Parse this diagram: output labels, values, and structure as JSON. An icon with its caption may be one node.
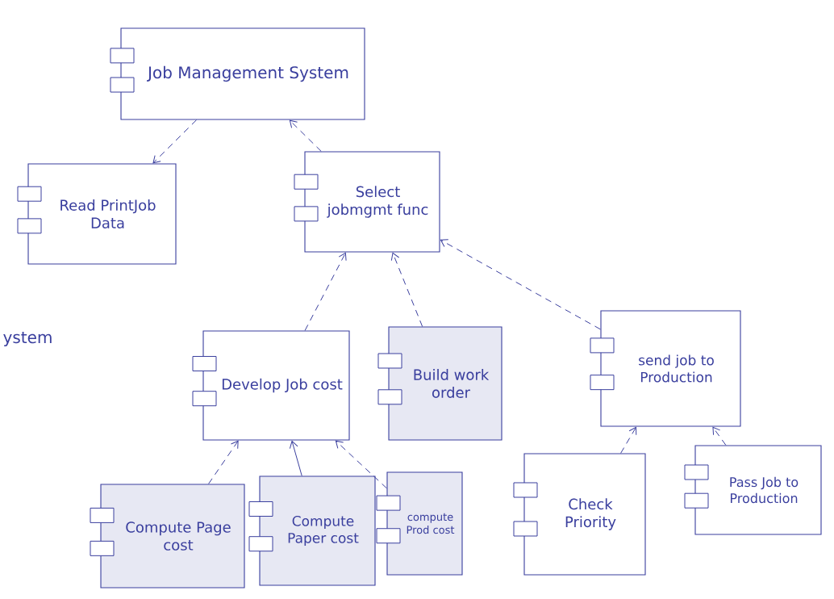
{
  "diagram": {
    "nodes": [
      {
        "text": [
          "Job Management System"
        ]
      },
      {
        "text": [
          "Read PrintJob Data"
        ]
      },
      {
        "text": [
          "Select jobmgmt func"
        ]
      },
      {
        "text": [
          "Develop Job cost"
        ]
      },
      {
        "text": [
          "Build work order"
        ]
      },
      {
        "text": [
          "send job to Production"
        ]
      },
      {
        "text": [
          "Compute Page cost"
        ]
      },
      {
        "text": [
          "Compute Paper cost"
        ]
      },
      {
        "text": [
          "compute Prod cost"
        ]
      },
      {
        "text": [
          "Check Priority"
        ]
      },
      {
        "text": [
          "Pass Job to Production"
        ]
      }
    ],
    "edges": [
      {
        "from": 0,
        "to": 1,
        "arrow": "to",
        "style": "dashed"
      },
      {
        "from": 2,
        "to": 0,
        "arrow": "to",
        "style": "dashed"
      },
      {
        "from": 3,
        "to": 2,
        "arrow": "to",
        "style": "dashed"
      },
      {
        "from": 4,
        "to": 2,
        "arrow": "to",
        "style": "dashed"
      },
      {
        "from": 5,
        "to": 2,
        "arrow": "to",
        "style": "dashed"
      },
      {
        "from": 6,
        "to": 3,
        "arrow": "to",
        "style": "dashed"
      },
      {
        "from": 7,
        "to": 3,
        "arrow": "to"
      },
      {
        "from": 8,
        "to": 3,
        "arrow": "to",
        "style": "dashed"
      },
      {
        "from": 9,
        "to": 5,
        "arrow": "to",
        "style": "dashed"
      },
      {
        "from": 10,
        "to": 5,
        "arrow": "to",
        "style": "dashed"
      }
    ],
    "labels": [
      "ystem"
    ]
  }
}
